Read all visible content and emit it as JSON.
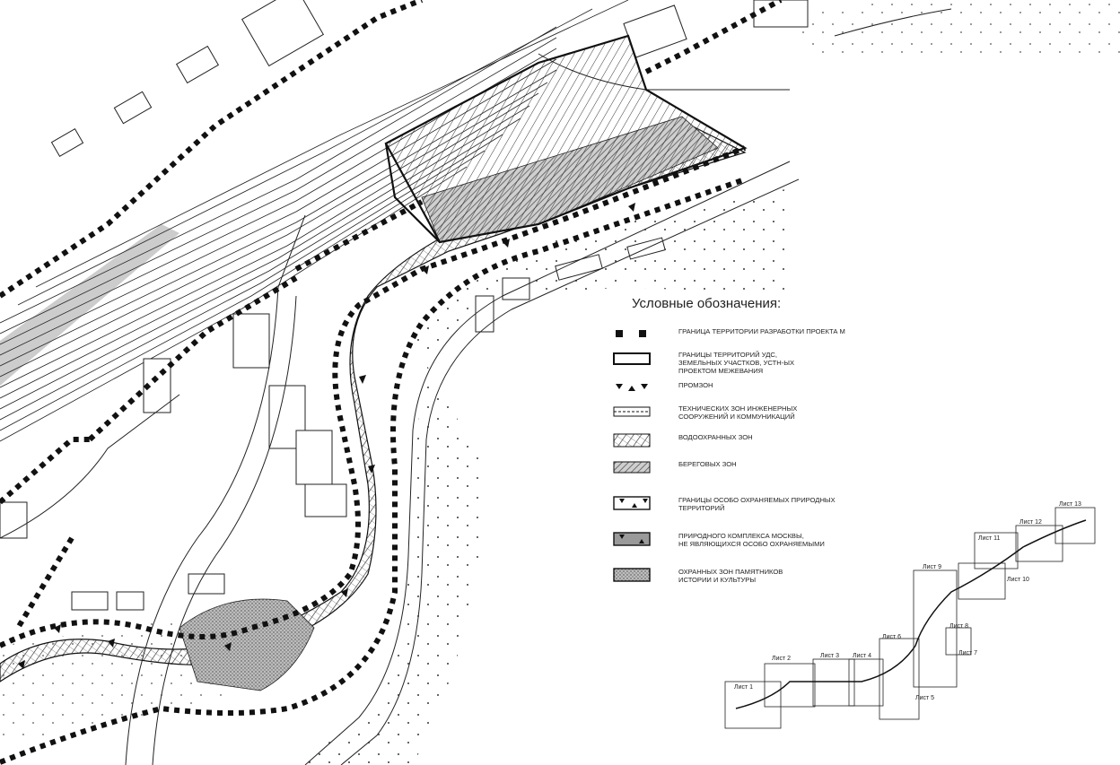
{
  "legend": {
    "title": "Условные обозначения:",
    "items": [
      {
        "id": "project-boundary",
        "label": "ГРАНИЦА ТЕРРИТОРИИ РАЗРАБОТКИ ПРОЕКТА М"
      },
      {
        "id": "udc-territories",
        "label": "ГРАНИЦЫ ТЕРРИТОРИЙ УДС,\nЗЕМЕЛЬНЫХ УЧАСТКОВ, УСТН-ЫХ\nПРОЕКТОМ МЕЖЕВАНИЯ"
      },
      {
        "id": "promzone",
        "label": "ПРОМЗОН"
      },
      {
        "id": "tech-zones",
        "label": "ТЕХНИЧЕСКИХ ЗОН ИНЖЕНЕРНЫХ\nСООРУЖЕНИЙ И КОММУНИКАЦИЙ"
      },
      {
        "id": "water-zones",
        "label": "ВОДООХРАННЫХ ЗОН"
      },
      {
        "id": "shore-zones",
        "label": "БЕРЕГОВЫХ ЗОН"
      },
      {
        "id": "protected-natural",
        "label": "ГРАНИЦЫ ОСОБО ОХРАНЯЕМЫХ ПРИРОДНЫХ ТЕРРИТОРИЙ"
      },
      {
        "id": "moscow-natural-complex",
        "label": "ПРИРОДНОГО КОМПЛЕКСА МОСКВЫ,\nНЕ ЯВЛЯЮЩИХСЯ ОСОБО ОХРАНЯЕМЫМИ"
      },
      {
        "id": "heritage-zones",
        "label": "ОХРАННЫХ ЗОН ПАМЯТНИКОВ\nИСТОРИИ И КУЛЬТУРЫ"
      }
    ]
  },
  "index_map": {
    "sheets": [
      {
        "label": "Лист 1"
      },
      {
        "label": "Лист 2"
      },
      {
        "label": "Лист 3"
      },
      {
        "label": "Лист 4"
      },
      {
        "label": "Лист 5"
      },
      {
        "label": "Лист 6"
      },
      {
        "label": "Лист 7"
      },
      {
        "label": "Лист 8"
      },
      {
        "label": "Лист 9"
      },
      {
        "label": "Лист 10"
      },
      {
        "label": "Лист 11"
      },
      {
        "label": "Лист 12"
      },
      {
        "label": "Лист 13"
      }
    ]
  },
  "colors": {
    "ink": "#111111",
    "hatch": "#444444",
    "shade": "#9a9a9a",
    "paper": "#ffffff"
  }
}
